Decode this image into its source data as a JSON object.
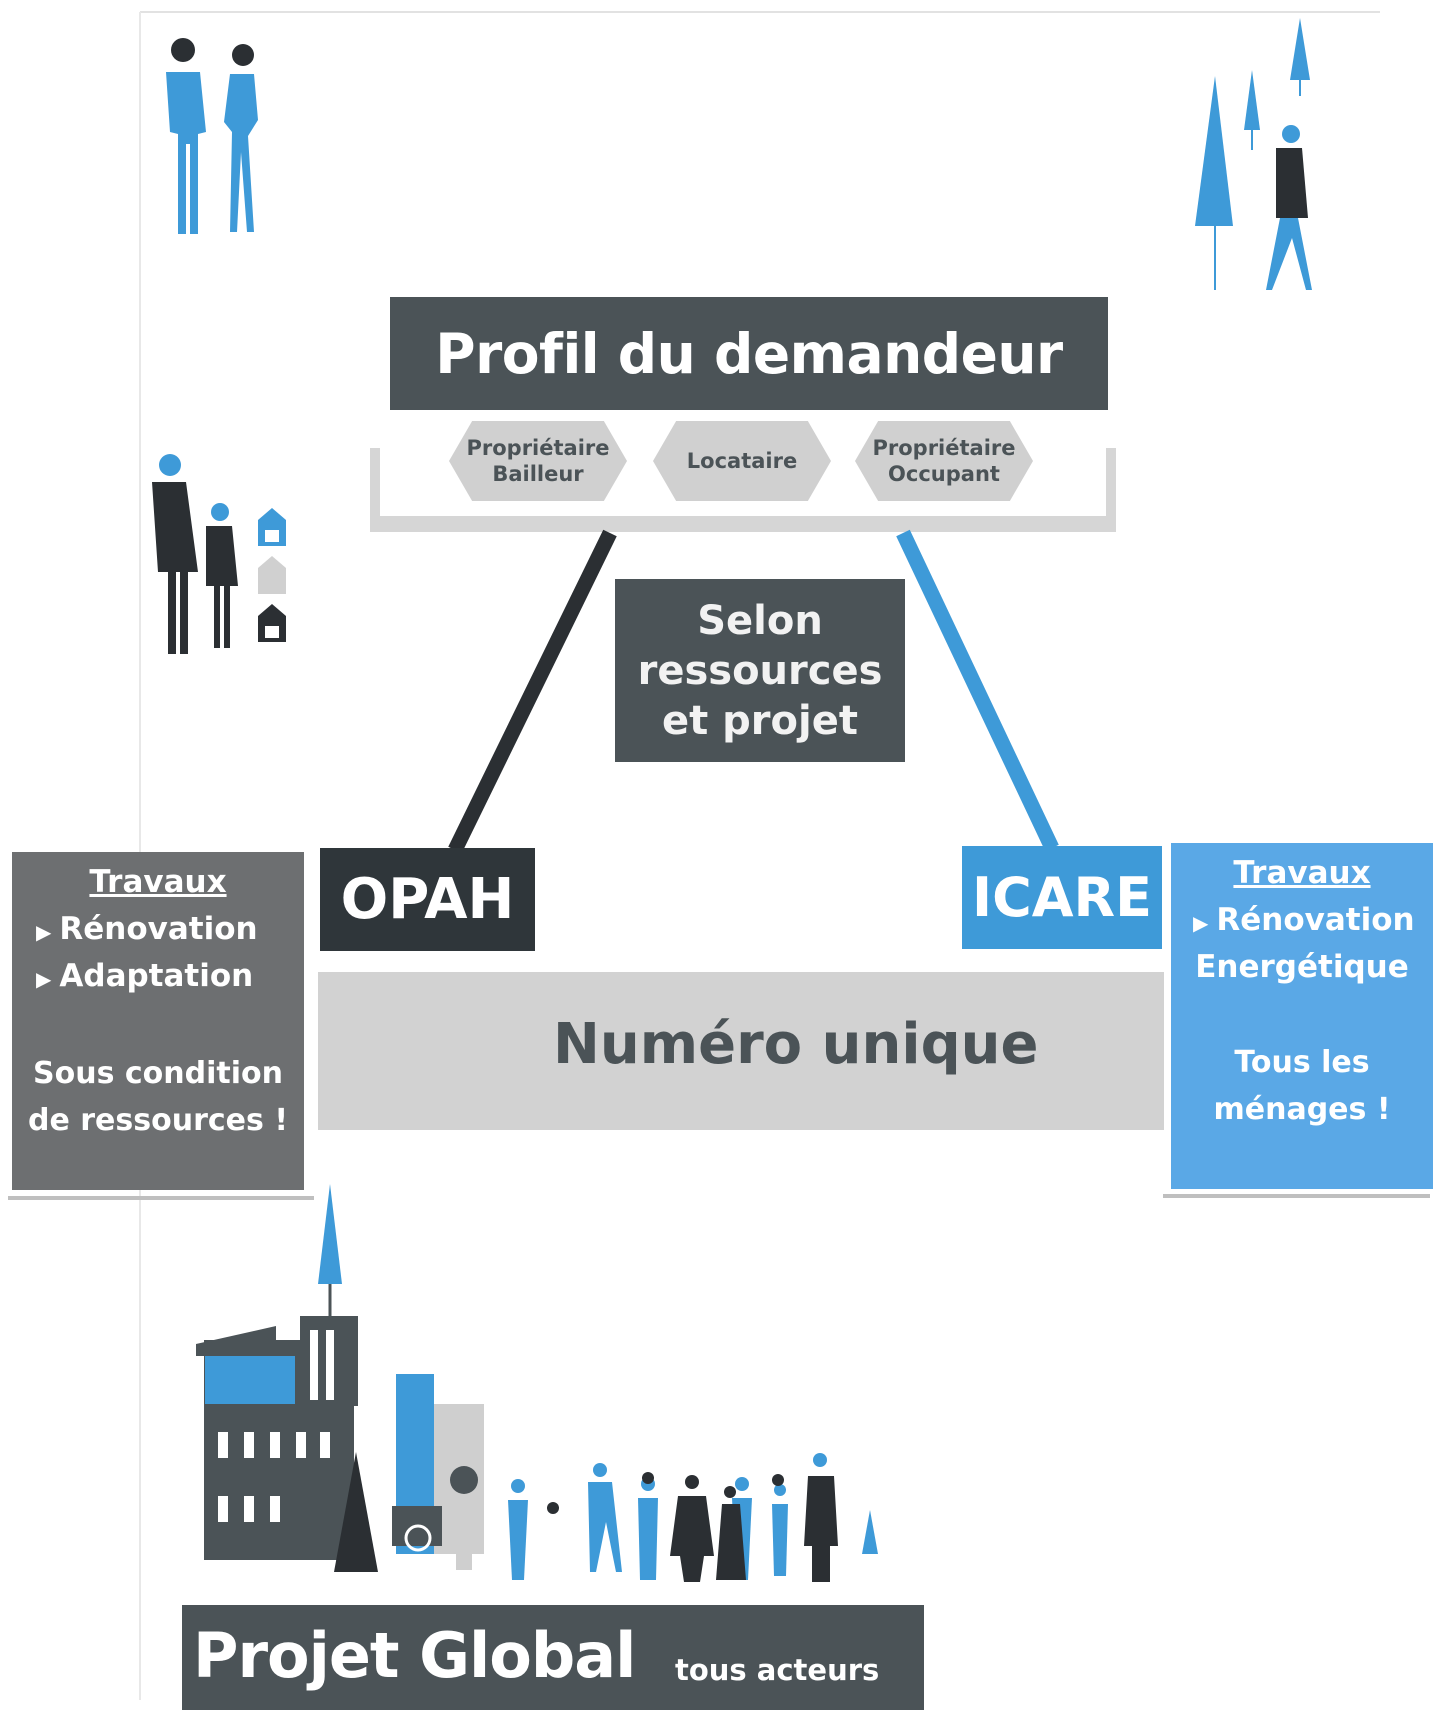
{
  "profile": {
    "title": "Profil du demandeur",
    "types": [
      {
        "line1": "Propriétaire",
        "line2": "Bailleur"
      },
      {
        "line1": "Locataire",
        "line2": ""
      },
      {
        "line1": "Propriétaire",
        "line2": "Occupant"
      }
    ]
  },
  "criteria": {
    "line1": "Selon",
    "line2": "ressources",
    "line3": "et projet"
  },
  "opah": {
    "label": "OPAH",
    "panel": {
      "heading": "Travaux",
      "items": [
        "Rénovation",
        "Adaptation"
      ],
      "condition_line1": "Sous condition",
      "condition_line2": "de ressources !"
    }
  },
  "icare": {
    "label": "ICARE",
    "panel": {
      "heading": "Travaux",
      "items": [
        "Rénovation",
        "Energétique"
      ],
      "condition_line1": "Tous les",
      "condition_line2": "ménages !"
    }
  },
  "hotline": {
    "label": "Numéro unique"
  },
  "footer": {
    "title": "Projet Global",
    "subtitle": "tous acteurs"
  },
  "colors": {
    "dark": "#4b5357",
    "blue": "#3e9ad8",
    "light_blue": "#5aa8e6",
    "gray": "#d0d0d0",
    "panel_gray": "#6d6f71"
  },
  "icons": [
    "couple-icon",
    "walker-with-trees-icon",
    "family-with-houses-icon",
    "house-phone-icon",
    "city-crowd-icon"
  ]
}
